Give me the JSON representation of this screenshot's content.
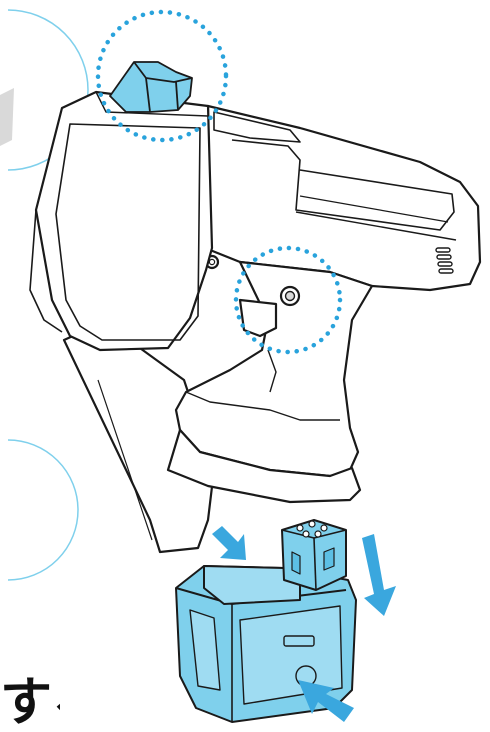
{
  "figure": {
    "caption_fragment": "する",
    "colors": {
      "line": "#1a1a1a",
      "body_fill": "#ffffff",
      "shade": "#d9d9d9",
      "accent": "#7fd0ec",
      "accent_dark": "#2a8fc4",
      "arrow": "#3aa7de",
      "callout": "#29a3dc"
    },
    "callouts": [
      "battery-latch",
      "release-pin"
    ],
    "arrows": [
      "insert-arrow-left",
      "insert-arrow-right",
      "push-arrow"
    ],
    "parts": [
      "tool-body",
      "motor-housing",
      "handle-grip",
      "battery-pack"
    ]
  }
}
